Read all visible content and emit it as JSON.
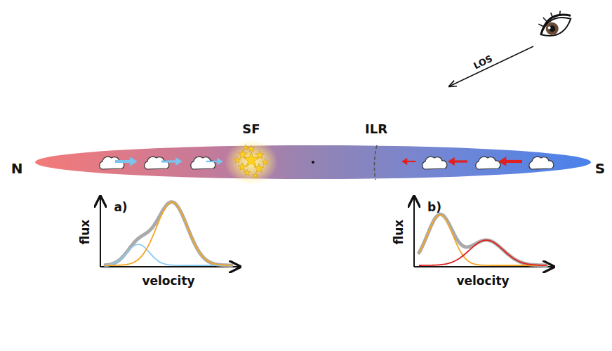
{
  "diagram": {
    "labels": [
      "N",
      "SF",
      "ILR",
      "S",
      "LOS",
      "a)",
      "flux",
      "velocity",
      "b)",
      "flux",
      "velocity"
    ]
  }
}
